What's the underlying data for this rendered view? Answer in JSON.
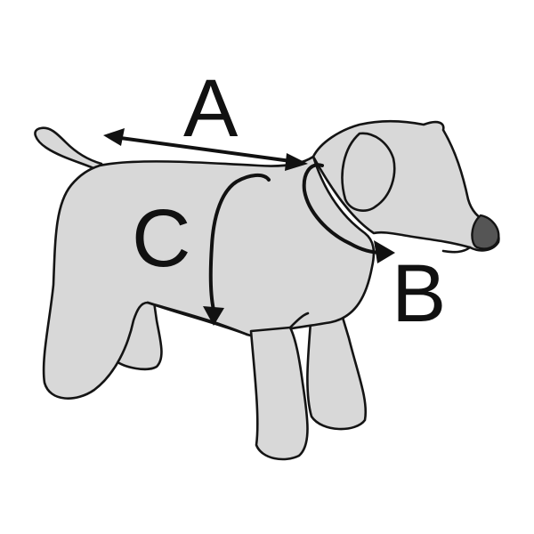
{
  "labels": {
    "a": "A",
    "b": "B",
    "c": "C"
  },
  "colors": {
    "dog_fill": "#d8d8d8",
    "outline": "#141414",
    "nose": "#555555",
    "arrow": "#111111"
  }
}
